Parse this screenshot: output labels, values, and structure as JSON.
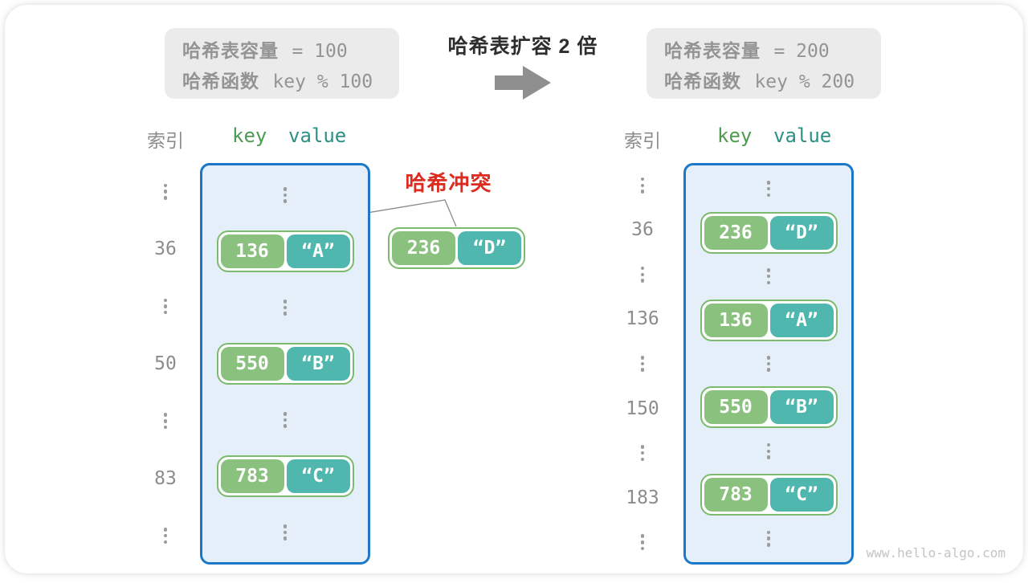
{
  "header": {
    "before_box": {
      "line1_label": "哈希表容量",
      "line1_code": "= 100",
      "line2_label": "哈希函数",
      "line2_code": "key % 100"
    },
    "after_box": {
      "line1_label": "哈希表容量",
      "line1_code": "= 200",
      "line2_label": "哈希函数",
      "line2_code": "key % 200"
    },
    "expansion_title": "哈希表扩容 2 倍",
    "arrow_icon": "right-arrow",
    "arrow_color": "#8F8F8F"
  },
  "collision": {
    "label": "哈希冲突",
    "pair": {
      "key": "236",
      "value": "“D”"
    },
    "line_color": "#8A8A8A"
  },
  "tables": {
    "left": {
      "index_header": "索引",
      "key_header": "key",
      "value_header": "value",
      "rows": [
        {
          "type": "dots"
        },
        {
          "type": "pair",
          "index": "36",
          "key": "136",
          "value": "“A”"
        },
        {
          "type": "dots"
        },
        {
          "type": "pair",
          "index": "50",
          "key": "550",
          "value": "“B”"
        },
        {
          "type": "dots"
        },
        {
          "type": "pair",
          "index": "83",
          "key": "783",
          "value": "“C”"
        },
        {
          "type": "dots"
        }
      ]
    },
    "right": {
      "index_header": "索引",
      "key_header": "key",
      "value_header": "value",
      "rows": [
        {
          "type": "dots"
        },
        {
          "type": "pair",
          "index": "36",
          "key": "236",
          "value": "“D”"
        },
        {
          "type": "dots"
        },
        {
          "type": "pair",
          "index": "136",
          "key": "136",
          "value": "“A”"
        },
        {
          "type": "dots"
        },
        {
          "type": "pair",
          "index": "150",
          "key": "550",
          "value": "“B”"
        },
        {
          "type": "dots"
        },
        {
          "type": "pair",
          "index": "183",
          "key": "783",
          "value": "“C”"
        },
        {
          "type": "dots"
        }
      ]
    }
  },
  "colors": {
    "key_fill": "#8BC17F",
    "value_fill": "#4FB7AD",
    "pair_border": "#7CBA6E",
    "table_bg": "#E4EFF9",
    "table_border": "#1B78C8",
    "gray_text": "#8C8C8C",
    "collision_red": "#DD2B20"
  },
  "watermark": "www.hello-algo.com"
}
